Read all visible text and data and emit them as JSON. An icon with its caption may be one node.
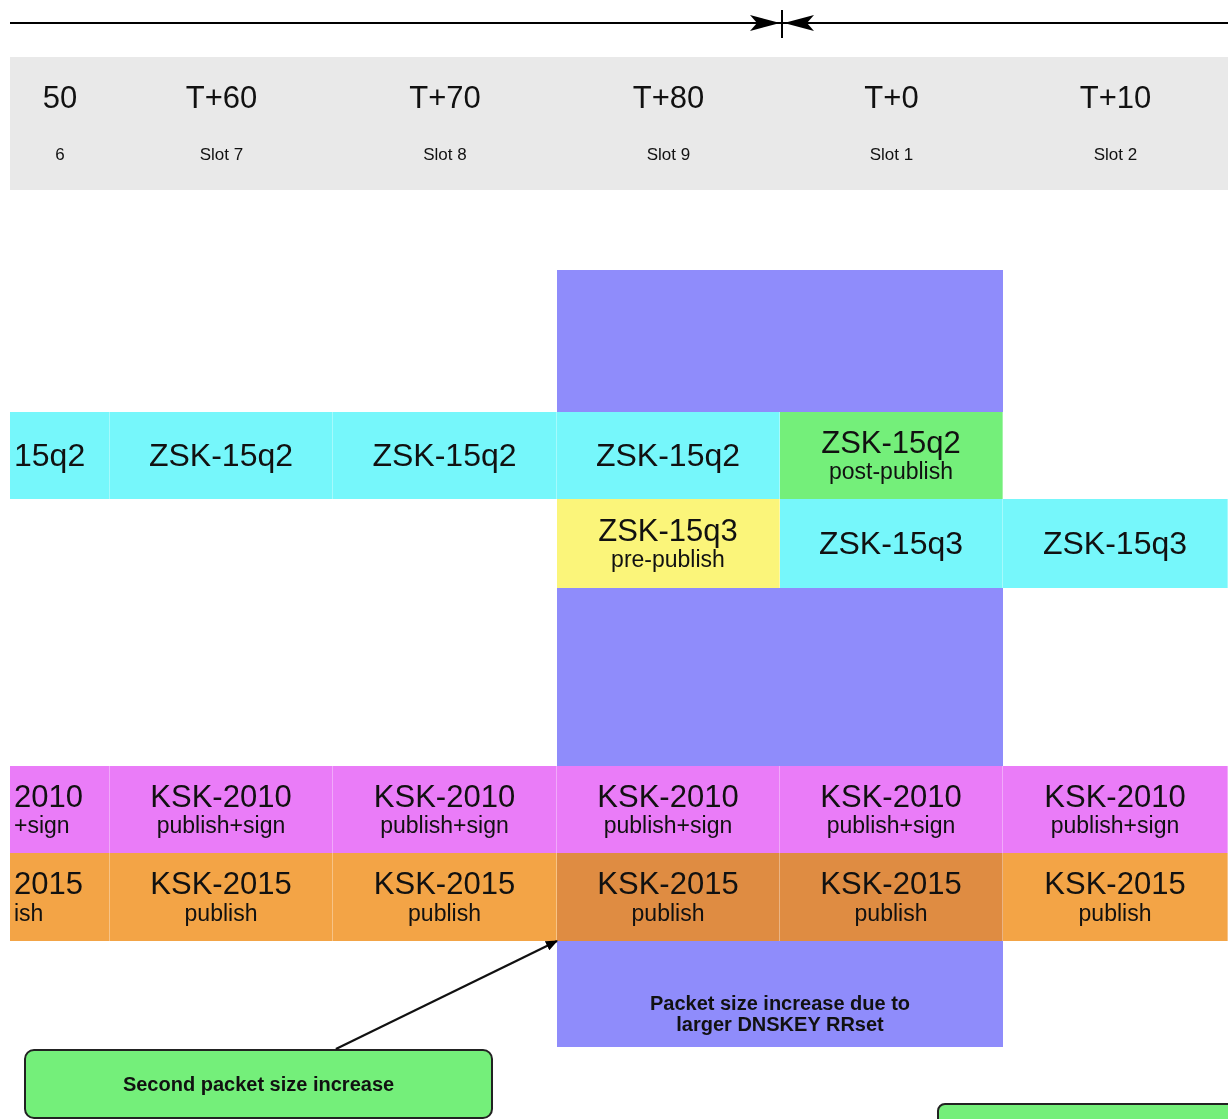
{
  "diagram": {
    "nodes": [
      {
        "text": [
          "50",
          "6"
        ]
      },
      {
        "text": [
          "T+60",
          "Slot 7"
        ]
      },
      {
        "text": [
          "T+70",
          "Slot 8"
        ]
      },
      {
        "text": [
          "T+80",
          "Slot 9"
        ]
      },
      {
        "text": [
          "T+0",
          "Slot 1"
        ]
      },
      {
        "text": [
          "T+10",
          "Slot 2"
        ]
      },
      {
        "text": [
          "Packet size increase due to larger DNSKEY RRset"
        ]
      },
      {
        "text": [
          "15q2"
        ]
      },
      {
        "text": [
          "ZSK-15q2"
        ]
      },
      {
        "text": [
          "ZSK-15q2"
        ]
      },
      {
        "text": [
          "ZSK-15q2"
        ],
        "in": 6
      },
      {
        "text": [
          "ZSK-15q2",
          "post-publish"
        ],
        "in": 6
      },
      {
        "text": [
          "ZSK-15q3",
          "pre-publish"
        ],
        "in": 6
      },
      {
        "text": [
          "ZSK-15q3"
        ],
        "in": 6
      },
      {
        "text": [
          "ZSK-15q3"
        ]
      },
      {
        "text": [
          "2010",
          "+sign"
        ]
      },
      {
        "text": [
          "KSK-2010",
          "publish+sign"
        ]
      },
      {
        "text": [
          "KSK-2010",
          "publish+sign"
        ]
      },
      {
        "text": [
          "KSK-2010",
          "publish+sign"
        ],
        "in": 6
      },
      {
        "text": [
          "KSK-2010",
          "publish+sign"
        ],
        "in": 6
      },
      {
        "text": [
          "KSK-2010",
          "publish+sign"
        ]
      },
      {
        "text": [
          "2015",
          "ish"
        ]
      },
      {
        "text": [
          "KSK-2015",
          "publish"
        ]
      },
      {
        "text": [
          "KSK-2015",
          "publish"
        ]
      },
      {
        "text": [
          "KSK-2015",
          "publish"
        ],
        "in": 6
      },
      {
        "text": [
          "KSK-2015",
          "publish"
        ],
        "in": 6
      },
      {
        "text": [
          "KSK-2015",
          "publish"
        ]
      },
      {
        "text": [
          "Second packet size increase"
        ]
      },
      {
        "text": [],
        "shape": "box"
      }
    ],
    "edges": [
      {
        "from": 27,
        "to": 24,
        "arrow": "to"
      }
    ]
  }
}
